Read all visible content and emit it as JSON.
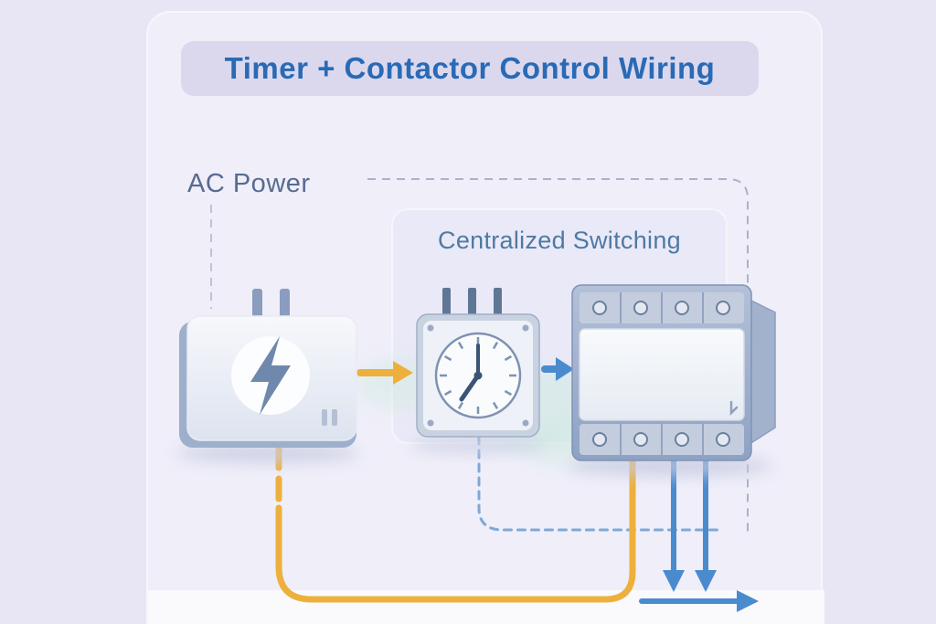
{
  "title": "Timer + Contactor Control Wiring",
  "labels": {
    "ac_power": "AC Power",
    "centralized_switching": "Centralized Switching"
  },
  "components": [
    {
      "id": "ac-power-source",
      "icon": "lightning-bolt-icon"
    },
    {
      "id": "timer-switch",
      "icon": "clock-icon"
    },
    {
      "id": "contactor",
      "icon": "screw-terminals-icon"
    }
  ],
  "colors": {
    "background": "#e8e6f5",
    "panel": "#efeef9",
    "banner": "#dbd8ee",
    "title_text": "#2a6ab5",
    "ac_label_text": "#586b90",
    "switching_text": "#4e7aa4",
    "wire_yellow": "#eeb03d",
    "wire_blue": "#4a8bce",
    "dashed_gray": "#a9b2c8",
    "dashed_blue": "#7fa8d8"
  }
}
